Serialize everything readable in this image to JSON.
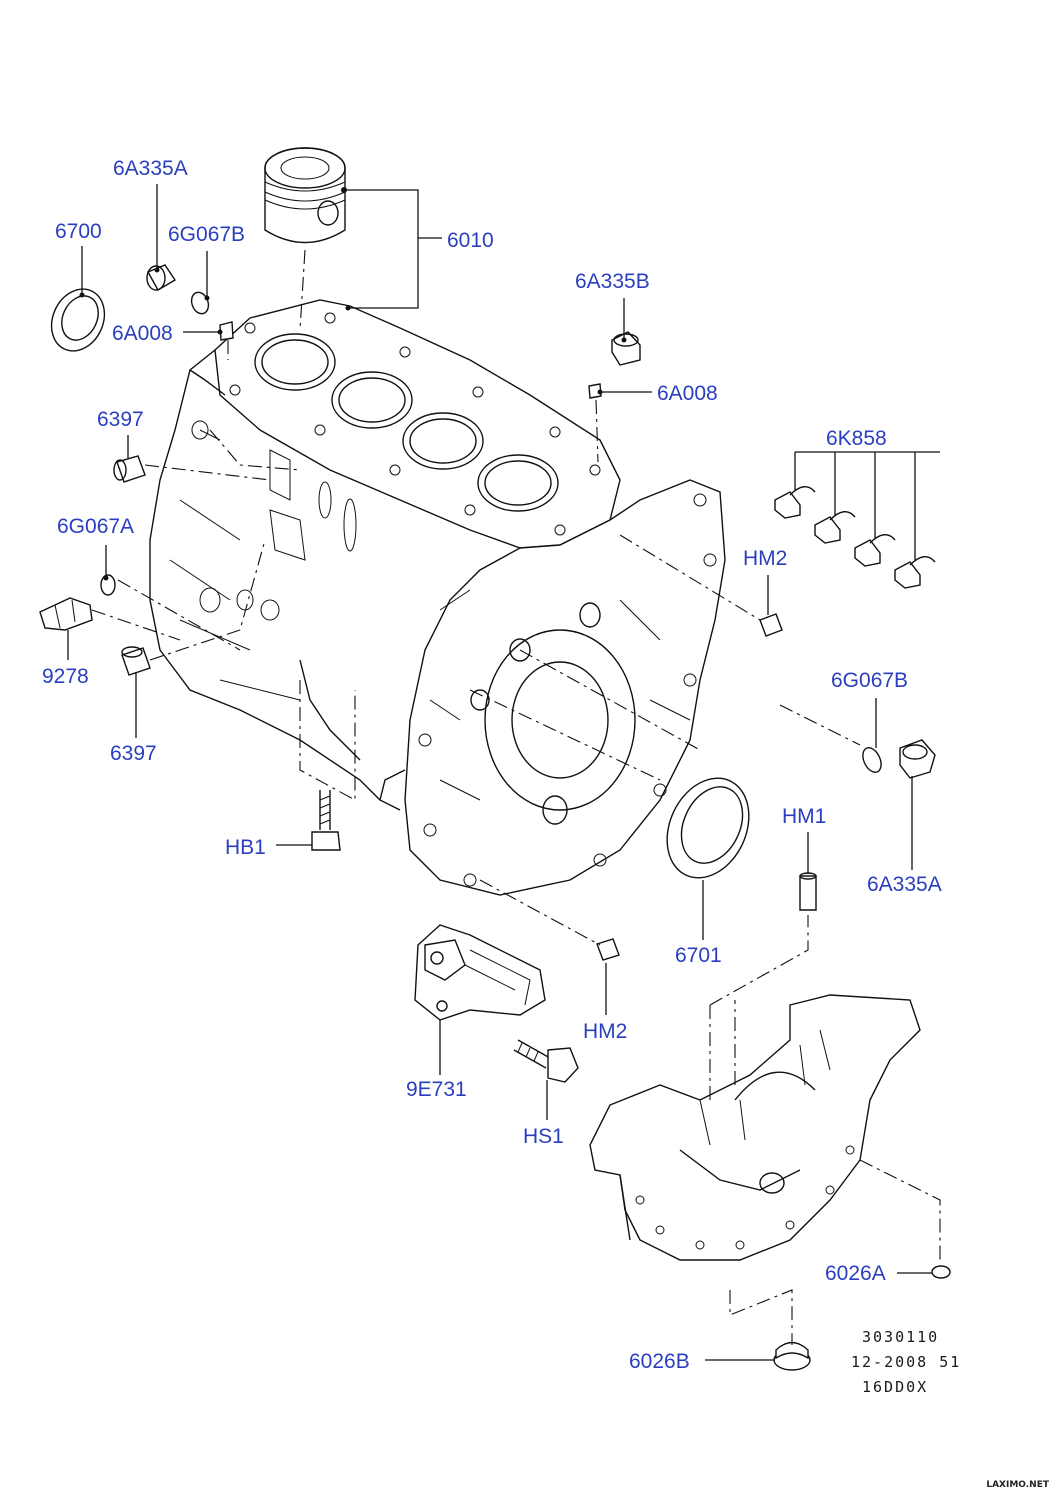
{
  "callouts": {
    "c_6A335A_top": "6A335A",
    "c_6700": "6700",
    "c_6G067B_top": "6G067B",
    "c_6A008_left": "6A008",
    "c_6010": "6010",
    "c_6A335B": "6A335B",
    "c_6A008_right": "6A008",
    "c_6397_top": "6397",
    "c_6K858": "6K858",
    "c_6G067A": "6G067A",
    "c_HM2_right": "HM2",
    "c_9278": "9278",
    "c_6397_bottom": "6397",
    "c_6G067B_right": "6G067B",
    "c_HB1": "HB1",
    "c_HM1": "HM1",
    "c_6A335A_right": "6A335A",
    "c_6701": "6701",
    "c_HM2_bottom": "HM2",
    "c_9E731": "9E731",
    "c_HS1": "HS1",
    "c_6026A": "6026A",
    "c_6026B": "6026B"
  },
  "stamp": {
    "line1": "3030110",
    "line2": "12-2008 51",
    "line3": "16DD0X"
  },
  "watermark": "LAXIMO.NET",
  "colors": {
    "callout": "#2a3fbf",
    "linework": "#111111",
    "background": "#ffffff"
  }
}
